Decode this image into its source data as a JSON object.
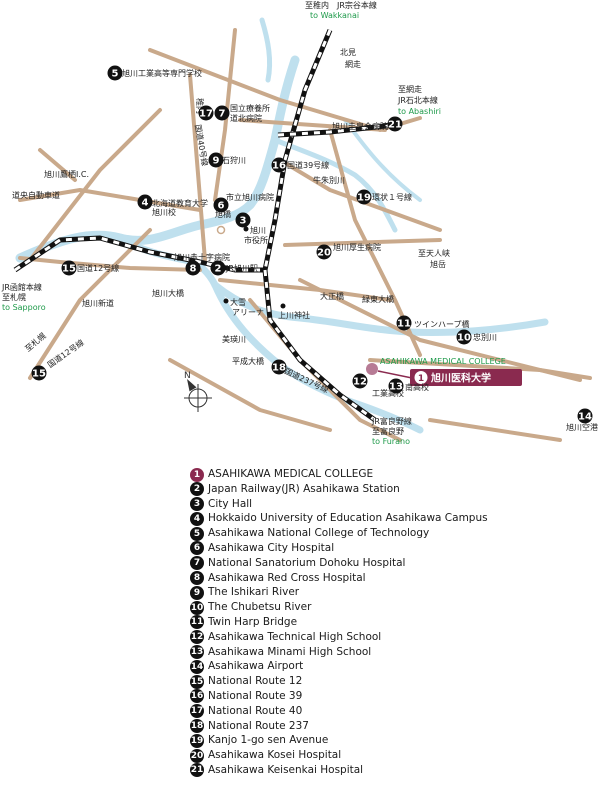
{
  "map": {
    "line_labels": {
      "soya_main": "至稚内　JR宗谷本線",
      "to_wakkanai": "to Wakkanai",
      "sekihoku_up": "北見",
      "sekihoku_down": "網走",
      "sekihoku_main_a": "至網走",
      "sekihoku_main_b": "JR石北本線",
      "to_abashiri": "to Abashiri",
      "hakodate_a": "JR函館本線",
      "hakodate_b": "至札幌",
      "to_sapporo": "to Sapporo",
      "furano_a": "JR富良野線",
      "furano_b": "至富良野",
      "to_furano": "to Furano",
      "to_tenninkyo_a": "至天人峡",
      "to_tenninkyo_b": "旭岳",
      "to_sapporo_road": "至札幌",
      "to_wakkanai_road": "稚内"
    },
    "place_labels": {
      "college_tech": "旭川工業高等専門学校",
      "sanatorium_a": "国立療養所",
      "sanatorium_b": "道北病院",
      "route40": "国道40号線",
      "ishikari": "石狩川",
      "route39": "国道39号線",
      "keisenkai": "旭川圭泉会病院",
      "chubetsu": "牛朱別川",
      "kanjo": "環状１号線",
      "bridge_ic": "旭川鷹栖I.C.",
      "expressway": "道央自動車道",
      "edu_a": "北海道教育大学",
      "edu_b": "旭川校",
      "city_hosp": "市立旭川病院",
      "asahibashi": "旭橋",
      "city_hall_a": "旭川",
      "city_hall_b": "市役所",
      "kosei": "旭川厚生病院",
      "red_cross": "旭川赤十字病院",
      "jr_station": "JR旭川駅",
      "route12": "国道12号線",
      "shin_road": "旭川新道",
      "ohashi": "旭川大橋",
      "taisetsu_a": "大雪",
      "taisetsu_b": "アリーナ",
      "ueno_shrine": "上川神社",
      "taisho_bridge": "大正橋",
      "ryokuto_bridge": "緑東大橋",
      "twin_harp": "ツインハープ橋",
      "chubetsu_river2": "忠別川",
      "bieigawa": "美瑛川",
      "heisei_bridge": "平成大橋",
      "route237": "国道237号線",
      "route12_sw": "国道12号線",
      "tech_high": "工業高校",
      "minami_high": "南高校",
      "airport": "旭川空港",
      "college_en": "ASAHIKAWA MEDICAL COLLEGE",
      "college_jp": "旭川医科大学"
    }
  },
  "legend": [
    {
      "num": "1",
      "label": "ASAHIKAWA MEDICAL COLLEGE"
    },
    {
      "num": "2",
      "label": "Japan Railway(JR) Asahikawa Station"
    },
    {
      "num": "3",
      "label": "City Hall"
    },
    {
      "num": "4",
      "label": "Hokkaido University of Education Asahikawa Campus"
    },
    {
      "num": "5",
      "label": "Asahikawa National College of Technology"
    },
    {
      "num": "6",
      "label": "Asahikawa City Hospital"
    },
    {
      "num": "7",
      "label": "National Sanatorium Dohoku Hospital"
    },
    {
      "num": "8",
      "label": "Asahikawa Red Cross Hospital"
    },
    {
      "num": "9",
      "label": "The Ishikari River"
    },
    {
      "num": "10",
      "label": "The Chubetsu River"
    },
    {
      "num": "11",
      "label": "Twin Harp Bridge"
    },
    {
      "num": "12",
      "label": "Asahikawa Technical High School"
    },
    {
      "num": "13",
      "label": "Asahikawa Minami High School"
    },
    {
      "num": "14",
      "label": "Asahikawa Airport"
    },
    {
      "num": "15",
      "label": "National Route 12"
    },
    {
      "num": "16",
      "label": "National Route 39"
    },
    {
      "num": "17",
      "label": "National Route 40"
    },
    {
      "num": "18",
      "label": "National Route 237"
    },
    {
      "num": "19",
      "label": "Kanjo 1-go sen Avenue"
    },
    {
      "num": "20",
      "label": "Asahikawa Kosei Hospital"
    },
    {
      "num": "21",
      "label": "Asahikawa Keisenkai Hospital"
    }
  ],
  "map_badges": [
    "5",
    "17",
    "7",
    "21",
    "9",
    "16",
    "19",
    "4",
    "6",
    "3",
    "20",
    "2",
    "8",
    "15",
    "11",
    "10",
    "12",
    "13",
    "18",
    "15",
    "14"
  ],
  "compass": {
    "north_label": "N"
  },
  "colors": {
    "road": "#c9a98b",
    "river": "#bfe0ee",
    "rail_dark": "#111111",
    "accent": "#8a2a4f",
    "green": "#1e9a4a"
  }
}
